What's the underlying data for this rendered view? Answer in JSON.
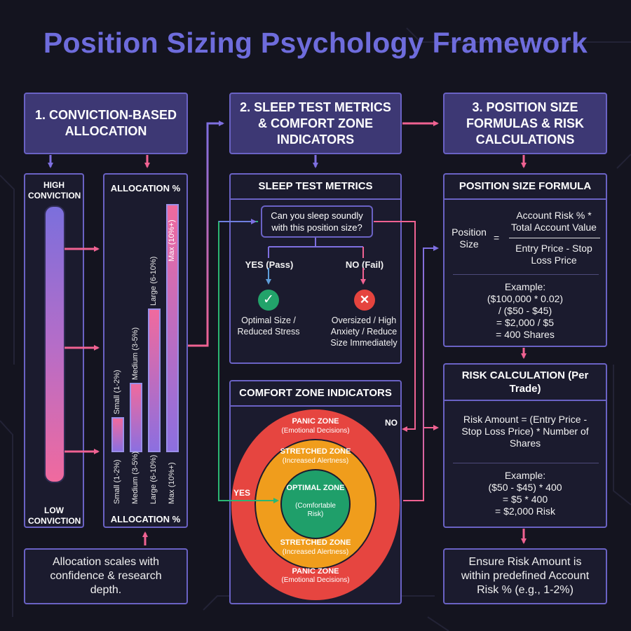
{
  "title": "Position Sizing Psychology Framework",
  "colors": {
    "accent": "#6e6cdc",
    "arrow": "#f06292",
    "header_bg": "#3d3874",
    "panic": "#e64540",
    "stretched": "#f09d1c",
    "optimal": "#1f9f6a"
  },
  "section1": {
    "header": "1. CONVICTION-BASED ALLOCATION",
    "high": "HIGH CONVICTION",
    "low": "LOW CONVICTION",
    "alloc_top": "ALLOCATION %",
    "alloc_bottom": "ALLOCATION %",
    "bar_fill": [
      0.14,
      0.28,
      0.58,
      1.0
    ],
    "bars": [
      {
        "top_label": "Small (1-2%)",
        "bottom_label": "Small (1-2%)"
      },
      {
        "top_label": "Medium (3-5%)",
        "bottom_label": "Medium (3-5%)"
      },
      {
        "top_label": "Large (6-10%)",
        "bottom_label": "Large (6-10%)"
      },
      {
        "top_label": "Max (10%+)",
        "bottom_label": "Max (10%+)"
      }
    ],
    "note": "Allocation scales with confidence & research depth."
  },
  "section2": {
    "header": "2. SLEEP TEST METRICS & COMFORT ZONE INDICATORS",
    "sleep_title": "SLEEP TEST METRICS",
    "question": "Can you sleep soundly with this position size?",
    "yes_label": "YES (Pass)",
    "no_label": "NO (Fail)",
    "yes_result": "Optimal Size / Reduced Stress",
    "no_result": "Oversized / High Anxiety / Reduce Size Immediately",
    "comfort_title": "COMFORT ZONE INDICATORS",
    "yes_arrow": "YES",
    "no_arrow": "NO",
    "panic_zone": "PANIC ZONE",
    "panic_sub": "(Emotional Decisions)",
    "stretched_zone": "STRETCHED ZONE",
    "stretched_sub": "(Increased Alertness)",
    "optimal_zone": "OPTIMAL ZONE",
    "optimal_sub": "(Comfortable Risk)"
  },
  "section3": {
    "header": "3. POSITION SIZE FORMULAS & RISK CALCULATIONS",
    "formula_title": "POSITION SIZE FORMULA",
    "lhs": "Position Size",
    "equals": "=",
    "numerator": "Account Risk % * Total Account Value",
    "denominator": "Entry Price - Stop Loss Price",
    "example_label": "Example:",
    "example_lines": [
      "($100,000 * 0.02)",
      "/ ($50 - $45)",
      "= $2,000 / $5",
      "= 400 Shares"
    ],
    "risk_title": "RISK CALCULATION (Per Trade)",
    "risk_formula": "Risk Amount = (Entry Price - Stop Loss Price) * Number of Shares",
    "risk_example_label": "Example:",
    "risk_example_lines": [
      "($50 - $45) * 400",
      "= $5 * 400",
      "= $2,000 Risk"
    ],
    "final_note": "Ensure Risk Amount is within predefined Account Risk % (e.g., 1-2%)"
  }
}
